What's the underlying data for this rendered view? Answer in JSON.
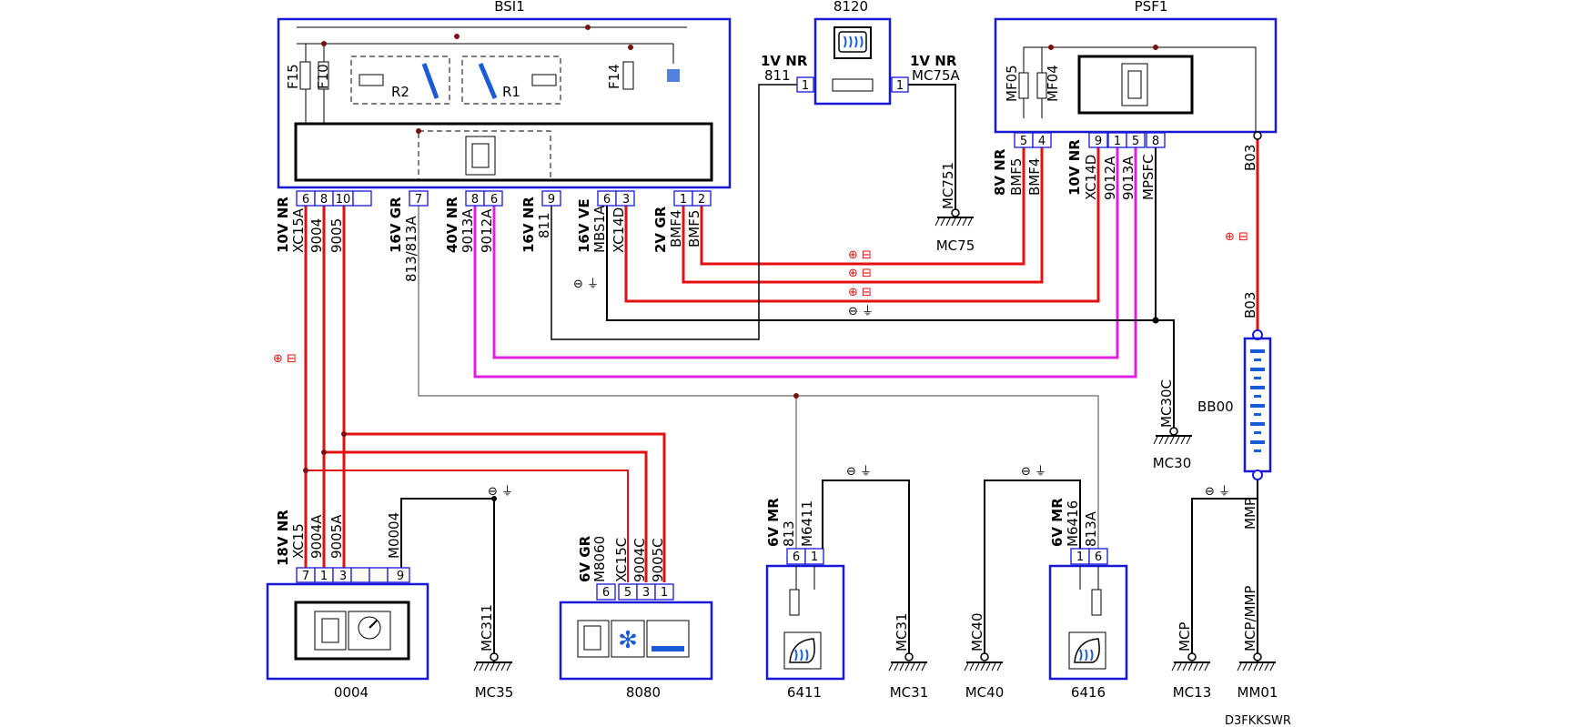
{
  "colors": {
    "red_wire": "#e31010",
    "magenta_wire": "#e020e0",
    "black_wire": "#000000",
    "grey_wire": "#808080",
    "box_blue": "#1818d8"
  },
  "components": {
    "bsi1": "BSI1",
    "c8120": "8120",
    "psf1": "PSF1",
    "c0004": "0004",
    "c8080": "8080",
    "c6411": "6411",
    "c6416": "6416",
    "bb00": "BB00",
    "r1": "R1",
    "r2": "R2"
  },
  "fuses": {
    "f15": "F15",
    "f10": "F10",
    "f14": "F14",
    "mf05": "MF05",
    "mf04": "MF04"
  },
  "grounds": {
    "mc75": "MC75",
    "mc30": "MC30",
    "mc35": "MC35",
    "mc31": "MC31",
    "mc40": "MC40",
    "mc13": "MC13",
    "mm01": "MM01"
  },
  "ground_wires": {
    "mc751": "MC751",
    "mc30c": "MC30C",
    "mc311": "MC311",
    "mc31": "MC31",
    "mc40": "MC40",
    "mcp": "MCP",
    "mcp_mmp": "MCP/MMP",
    "mmp": "MMP"
  },
  "connectors": {
    "bsi_10v": "10V NR",
    "bsi_16v_gr": "16V GR",
    "bsi_40v": "40V NR",
    "bsi_16v_nr": "16V NR",
    "bsi_16v_ve": "16V VE",
    "bsi_2v": "2V GR",
    "c8120_left": "1V NR",
    "c8120_right": "1V NR",
    "psf_8v": "8V NR",
    "psf_10v": "10V NR",
    "c0004_18v": "18V NR",
    "c8080_6v": "6V GR",
    "c6411_6v": "6V MR",
    "c6416_6v": "6V MR"
  },
  "wires": {
    "xc15a": "XC15A",
    "w9004": "9004",
    "w9005": "9005",
    "w813_813a": "813/813A",
    "w9013a": "9013A",
    "w9012a": "9012A",
    "w811": "811",
    "mbs1a": "MBS1A",
    "xc14d": "XC14D",
    "bmf4": "BMF4",
    "bmf5": "BMF5",
    "w811_8120": "811",
    "mc75a": "MC75A",
    "psf_bmf5": "BMF5",
    "psf_bmf4": "BMF4",
    "psf_xc14d": "XC14D",
    "psf_9012a": "9012A",
    "psf_9013a": "9013A",
    "mpsfc": "MPSFC",
    "b03_top": "B03",
    "b03_bottom": "B03",
    "xc15": "XC15",
    "w9004a": "9004A",
    "w9005a": "9005A",
    "m0004": "M0004",
    "m8060": "M8060",
    "xc15c": "XC15C",
    "w9004c": "9004C",
    "w9005c": "9005C",
    "w813": "813",
    "m6411": "M6411",
    "m6416": "M6416",
    "w813a": "813A"
  },
  "pins": {
    "bsi_left": [
      "6",
      "8",
      "10",
      ""
    ],
    "bsi_7": "7",
    "bsi_86": [
      "8",
      "6"
    ],
    "bsi_9": "9",
    "bsi_63": [
      "6",
      "3"
    ],
    "bsi_12": [
      "1",
      "2"
    ],
    "c8120_l": "1",
    "c8120_r": "1",
    "psf_54": [
      "5",
      "4"
    ],
    "psf_9158": [
      "9",
      "1",
      "5",
      "8"
    ],
    "c0004": [
      "7",
      "1",
      "3",
      "",
      "",
      "9"
    ],
    "c8080": [
      "6",
      "5",
      "3",
      "1"
    ],
    "c6411": [
      "6",
      "1"
    ],
    "c6416": [
      "1",
      "6"
    ]
  },
  "symbols": {
    "plus_batt": "⊕ ⊟",
    "minus_gnd": "⊖ ⏚"
  },
  "footer_code": "D3FKKSWR"
}
